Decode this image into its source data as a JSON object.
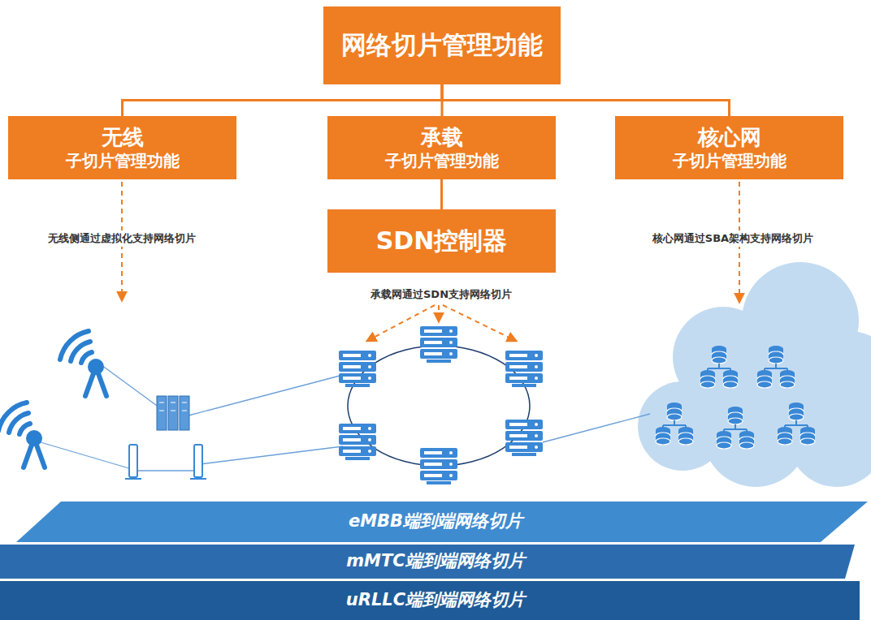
{
  "diagram": {
    "nodes": [
      {
        "text": [
          "网络切片管理功能"
        ]
      },
      {
        "text": [
          "无线",
          "子切片管理功能"
        ]
      },
      {
        "text": [
          "承载",
          "子切片管理功能"
        ]
      },
      {
        "text": [
          "核心网",
          "子切片管理功能"
        ]
      },
      {
        "text": [
          "SDN控制器"
        ]
      },
      {
        "text": [
          "eMBB端到端网络切片"
        ]
      },
      {
        "text": [
          "mMTC端到端网络切片"
        ]
      },
      {
        "text": [
          "uRLLC端到端网络切片"
        ]
      }
    ],
    "edges": [
      {
        "from": 0,
        "to": 1,
        "arrow": "none"
      },
      {
        "from": 0,
        "to": 2,
        "arrow": "none"
      },
      {
        "from": 0,
        "to": 3,
        "arrow": "none"
      },
      {
        "from": 2,
        "to": 4,
        "arrow": "none"
      }
    ],
    "labels": [
      "无线侧通过虚拟化支持网络切片",
      "承载网通过SDN支持网络切片",
      "核心网通过SBA架构支持网络切片"
    ]
  }
}
